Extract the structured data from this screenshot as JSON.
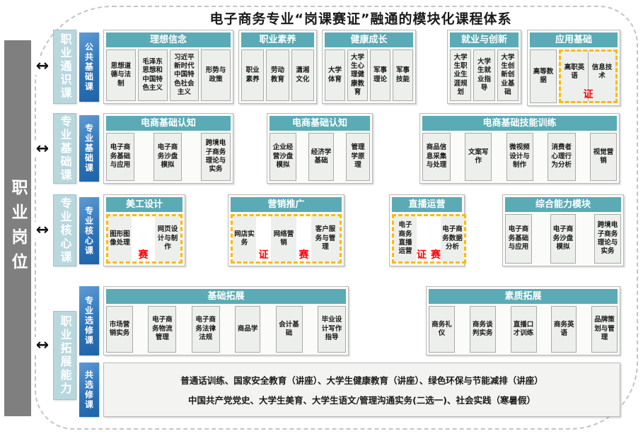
{
  "title": "电子商务专业“岗课赛证”融通的模块化课程体系",
  "left_bar": "职业岗位",
  "arrow_glyph": "↔",
  "badges": {
    "cert": "证",
    "race": "赛"
  },
  "colors": {
    "module_header_teal": "#5aabb5",
    "category_light_teal": "#b9d8de",
    "course_type_blue": "#2e74b8",
    "job_bar_gray": "#7f7f7f",
    "highlight_dashed_orange": "#ffb900",
    "badge_red": "#ff0000",
    "card_bg": "#edefec"
  },
  "side": {
    "categories": [
      {
        "label": "职业通识课"
      },
      {
        "label": "专业基础课"
      },
      {
        "label": "专业核心课"
      },
      {
        "label": "职业拓展能力"
      }
    ],
    "course_types": [
      {
        "label": "公共基础课"
      },
      {
        "label": "专业基础课"
      },
      {
        "label": "专业核心课"
      },
      {
        "label": "专业选修课"
      },
      {
        "label": "共选修课"
      }
    ]
  },
  "row1": {
    "m1": {
      "header": "理想信念",
      "items": [
        "思想道德与法制",
        "毛泽东思想和中国特色主义",
        "习近平新时代中国特色社会主义",
        "形势与政策"
      ]
    },
    "m2": {
      "header": "职业素养",
      "items": [
        "职业素养",
        "劳动教育",
        "潇湘文化"
      ]
    },
    "m3": {
      "header": "健康成长",
      "items": [
        "大学体育",
        "大学生心理健康教育",
        "军事理论",
        "军事技能"
      ]
    },
    "m4": {
      "header": "就业与创新",
      "items": [
        "大学生职业生涯规划",
        "大学生就业指导",
        "大学生创新创业基础"
      ]
    },
    "m5": {
      "header": "应用基础",
      "items": [
        "高等数据",
        "高职英语",
        "信息技术"
      ]
    }
  },
  "row2": {
    "m1": {
      "header": "电商基础认知",
      "items": [
        "电子商务基础与应用",
        "电子商务沙盘模拟",
        "跨境电子商务理论与实务"
      ]
    },
    "m2": {
      "header": "电商基础认知",
      "items": [
        "企业经营沙盘模拟",
        "经济学基础",
        "管理学原理"
      ]
    },
    "m3": {
      "header": "电商基础技能训练",
      "items": [
        "商品信息采集与处理",
        "文案写作",
        "微视频设计与制作",
        "消费者心理行为分析",
        "视觉营销"
      ]
    }
  },
  "row3": {
    "m1": {
      "header": "美工设计",
      "items": [
        "图形图像处理",
        "网页设计与制作"
      ]
    },
    "m2": {
      "header": "营销推广",
      "items": [
        "网店实务",
        "网络营销",
        "客户服务与管理"
      ]
    },
    "m3": {
      "header": "直播运营",
      "items": [
        "电子商务直播运营",
        "电子商务数据分析"
      ]
    },
    "m4": {
      "header": "综合能力模块",
      "items": [
        "电子商务基础与应用",
        "电子商务沙盘模拟",
        "跨境电子商务理论与实务"
      ]
    }
  },
  "row4": {
    "m1": {
      "header": "基础拓展",
      "items": [
        "市场营销实务",
        "电子商务物流管理",
        "电子商务法律法规",
        "商品学",
        "会计基础",
        "毕业设计写作指导"
      ]
    },
    "m2": {
      "header": "素质拓展",
      "items": [
        "商务礼仪",
        "商务谈判实务",
        "直播口才训练",
        "商务英语",
        "品牌策划与管理"
      ]
    }
  },
  "row5": {
    "line1": "普通话训练、国家安全教育（讲座）、大学生健康教育（讲座）、绿色环保与节能减排（讲座）",
    "line2": "中国共产党党史、大学生美育、大学生语文/管理沟通实务(二选一)、社会实践（寒暑假）"
  }
}
